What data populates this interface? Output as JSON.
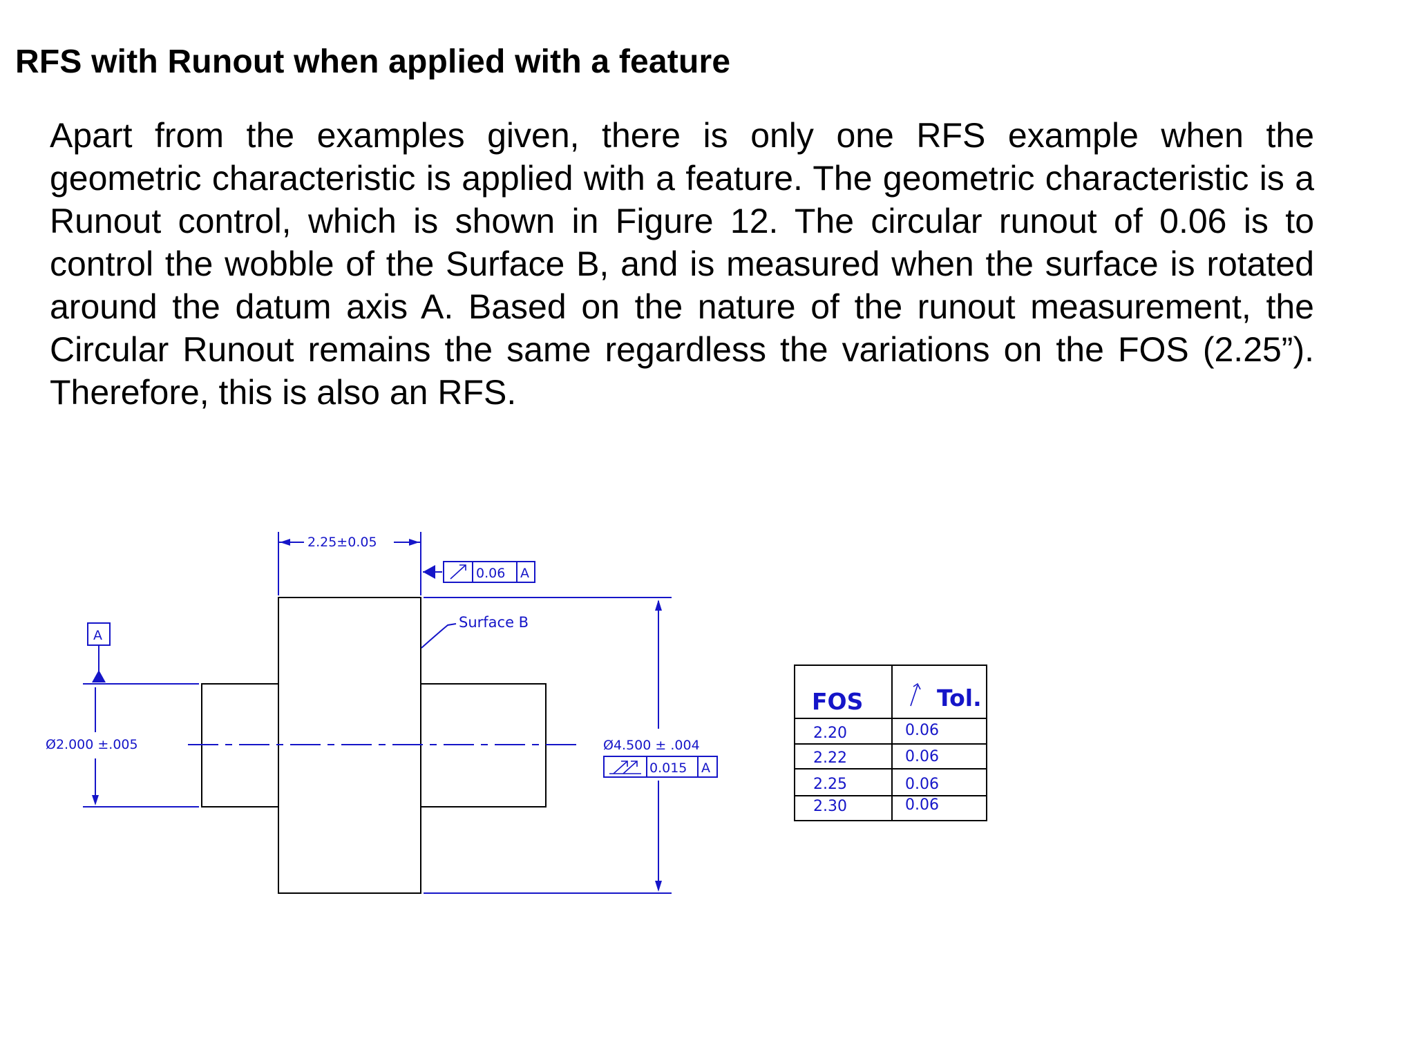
{
  "title": "RFS with Runout when applied with a feature",
  "paragraph": "Apart from the examples given, there is only one RFS example when the geometric characteristic is applied with a feature. The geometric characteristic is a Runout control, which is shown in Figure 12. The circular runout of 0.06 is to control the wobble of the Surface B, and is measured when the surface is rotated around the datum axis A. Based on the nature of the runout measurement, the Circular Runout remains the same regardless the variations on the FOS (2.25”). Therefore, this is also an RFS.",
  "drawing": {
    "length_dim": "2.25±0.05",
    "runout_frame": {
      "tolerance": "0.06",
      "datum": "A"
    },
    "surface_label": "Surface B",
    "datum_label": "A",
    "small_diameter": "Ø2.000 ±.005",
    "large_diameter": "Ø4.500 ± .004",
    "total_runout_frame": {
      "tolerance": "0.015",
      "datum": "A"
    }
  },
  "table": {
    "headers": [
      "FOS",
      "Tol."
    ],
    "rows": [
      [
        "2.20",
        "0.06"
      ],
      [
        "2.22",
        "0.06"
      ],
      [
        "2.25",
        "0.06"
      ],
      [
        "2.30",
        "0.06"
      ]
    ]
  },
  "colors": {
    "drawing_blue": "#1515c8",
    "outline": "#000000"
  }
}
